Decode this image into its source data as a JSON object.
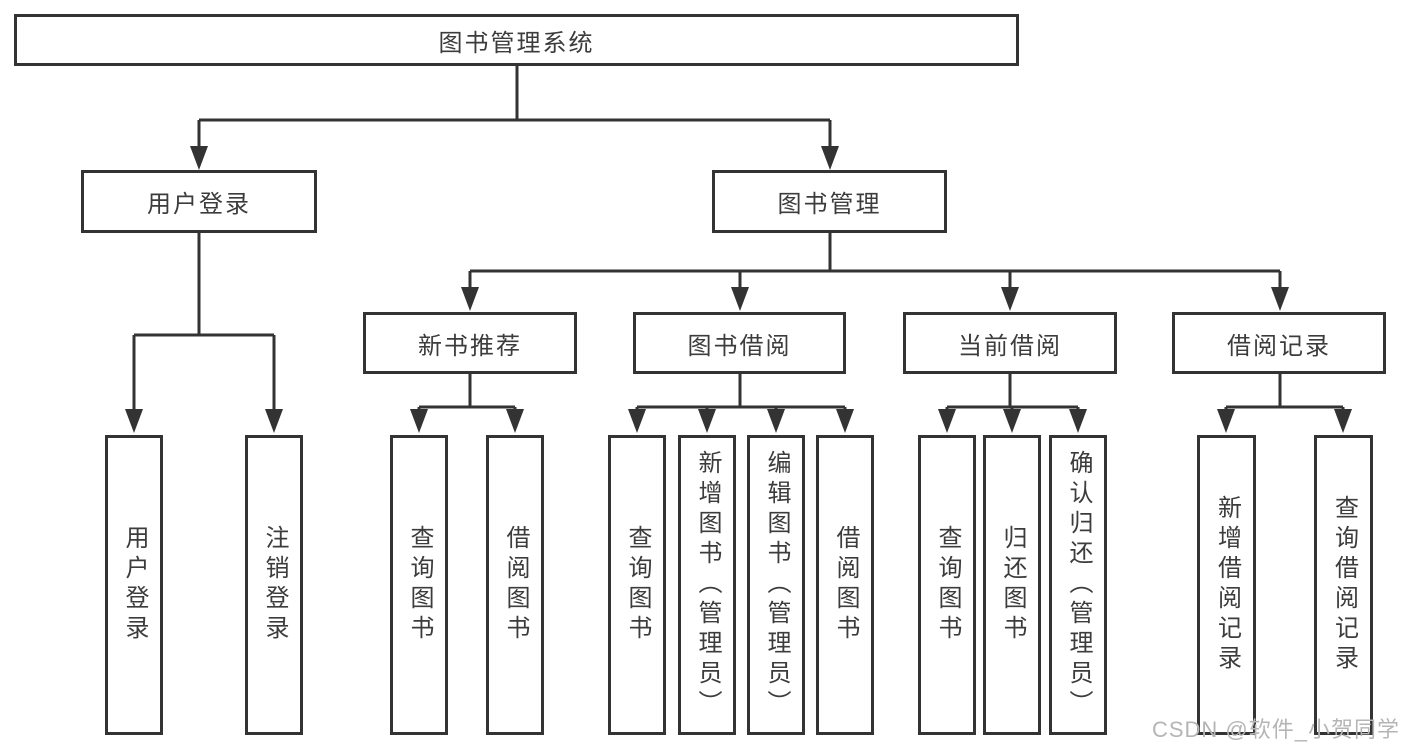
{
  "diagram": {
    "root": {
      "label": "图书管理系统"
    },
    "branches": {
      "user_login": {
        "label": "用户登录"
      },
      "book_management": {
        "label": "图书管理"
      }
    },
    "modules": {
      "new_book_recommend": {
        "label": "新书推荐"
      },
      "book_borrow": {
        "label": "图书借阅"
      },
      "current_borrow": {
        "label": "当前借阅"
      },
      "borrow_record": {
        "label": "借阅记录"
      }
    },
    "leaves": {
      "user_login": [
        "用户登录",
        "注销登录"
      ],
      "new_book_recommend": [
        "查询图书",
        "借阅图书"
      ],
      "book_borrow": [
        "查询图书",
        "新增图书（管理员）",
        "编辑图书（管理员）",
        "借阅图书"
      ],
      "current_borrow": [
        "查询图书",
        "归还图书",
        "确认归还（管理员）"
      ],
      "borrow_record": [
        "新增借阅记录",
        "查询借阅记录"
      ]
    },
    "watermark": "CSDN @软件_小贺同学",
    "colors": {
      "line": "#333333",
      "text": "#3c3c3c",
      "watermark": "#b5b5b5",
      "background": "#ffffff"
    }
  }
}
